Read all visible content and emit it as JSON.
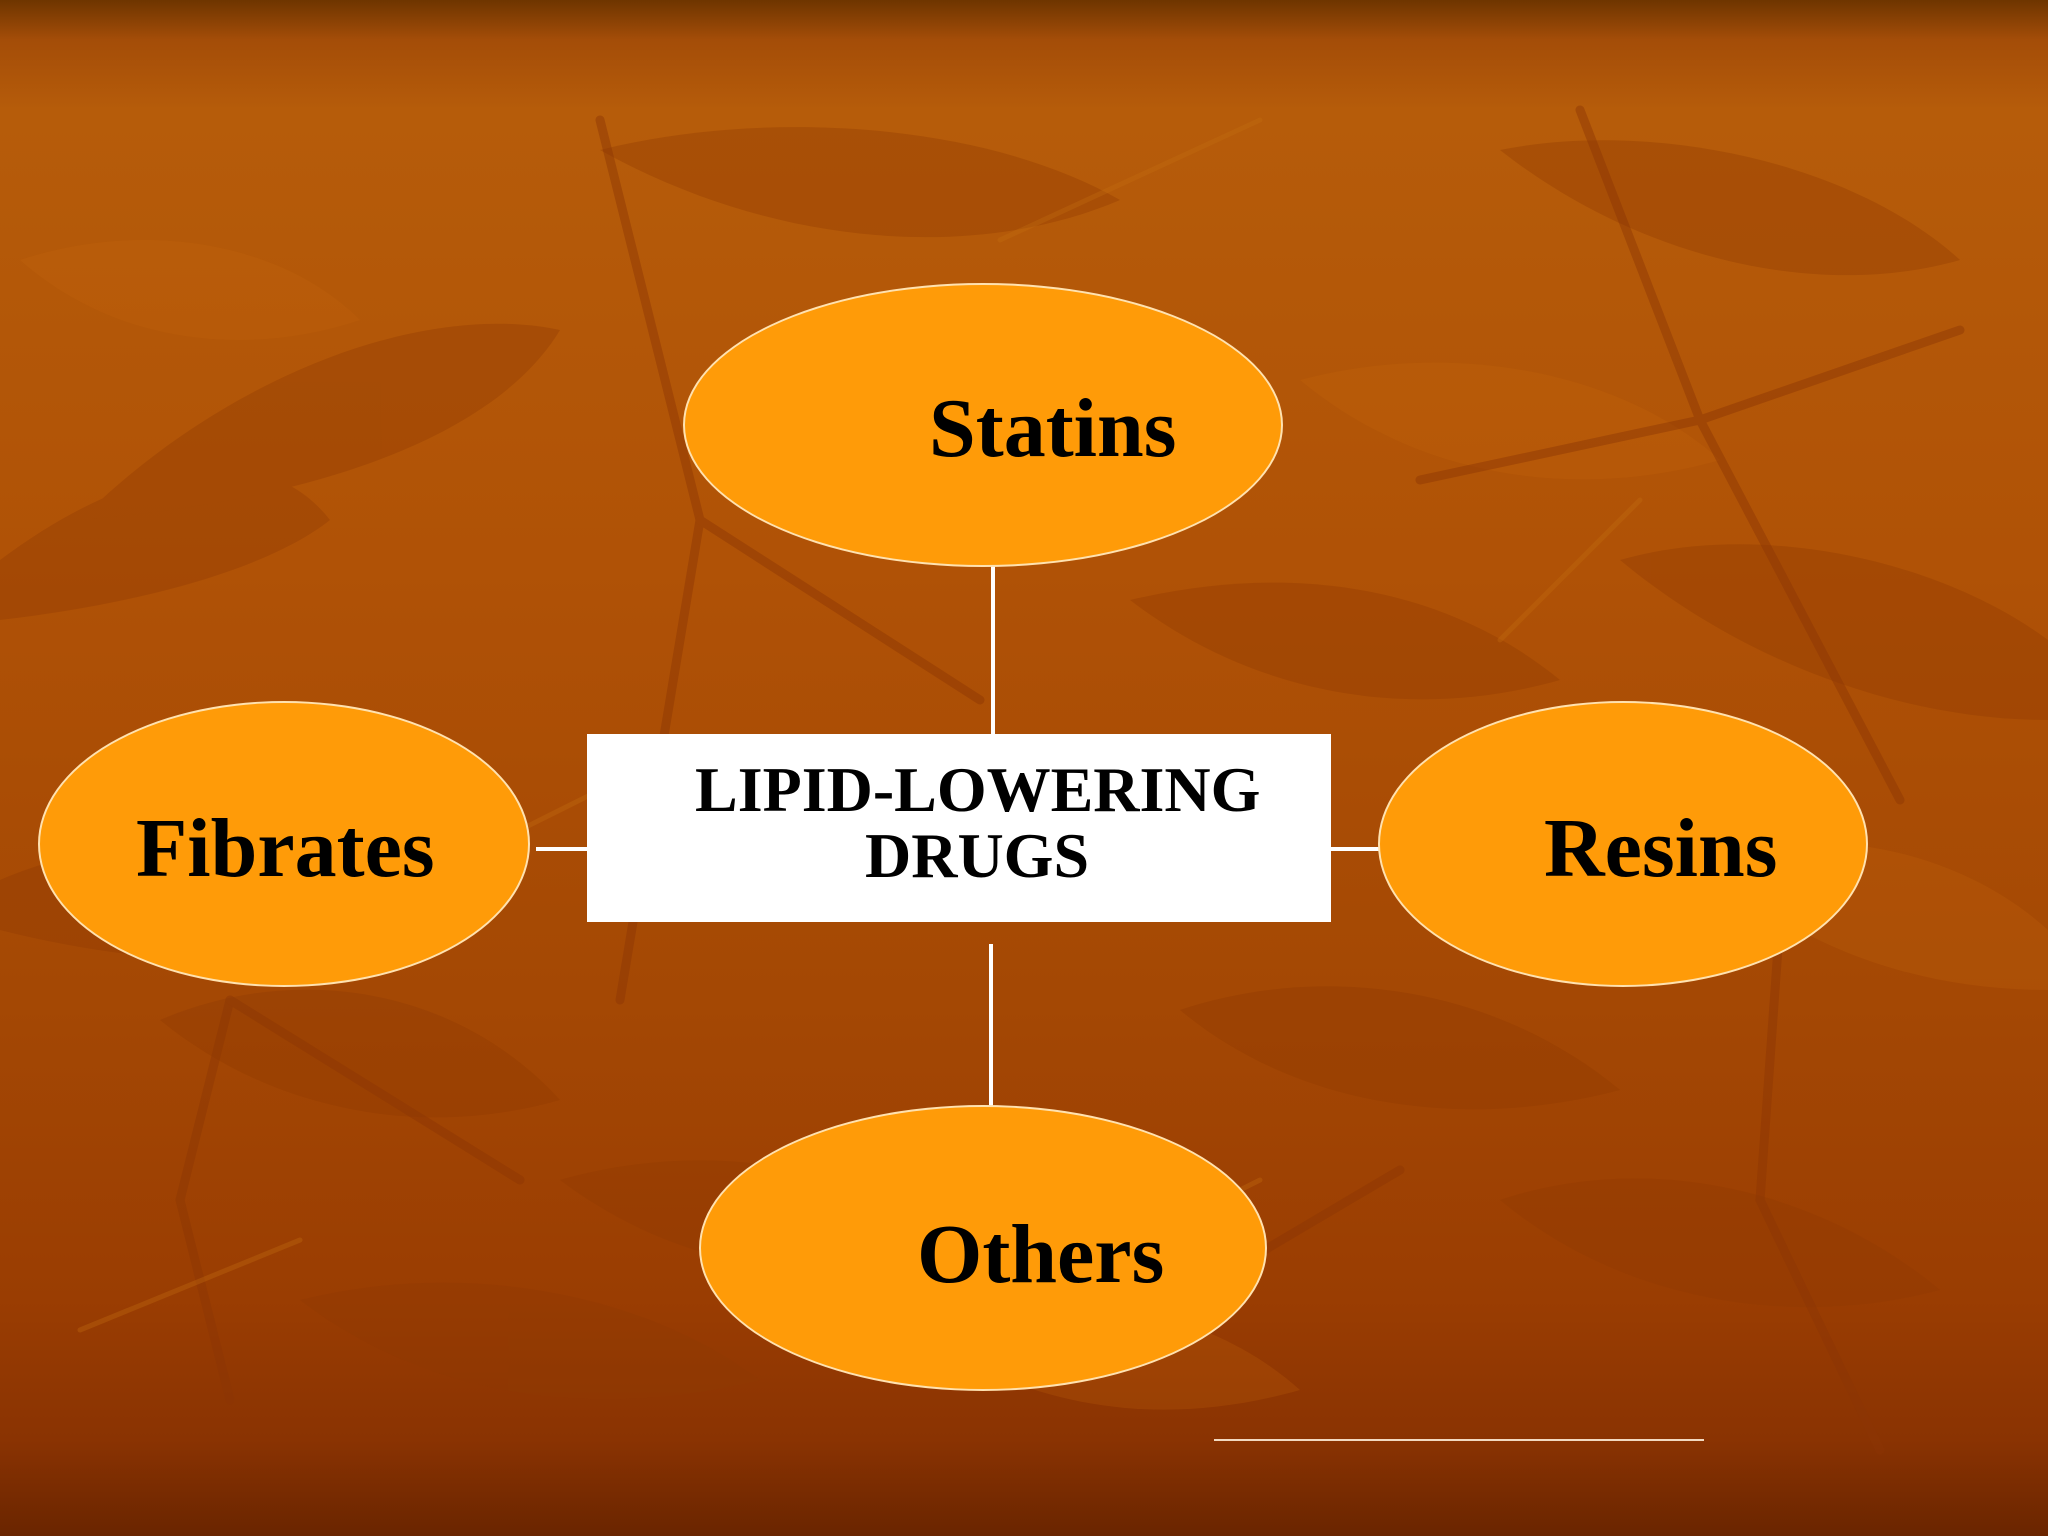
{
  "center": {
    "line1": "LIPID-LOWERING",
    "line2": "DRUGS"
  },
  "nodes": {
    "top": "Statins",
    "left": "Fibrates",
    "right": "Resins",
    "bottom": "Others"
  },
  "colors": {
    "background": "#b05206",
    "node_fill": "#ff9b08",
    "node_border": "#ffe2b0",
    "center_box": "#ffffff",
    "connector": "#ffffff",
    "text": "#000000"
  }
}
